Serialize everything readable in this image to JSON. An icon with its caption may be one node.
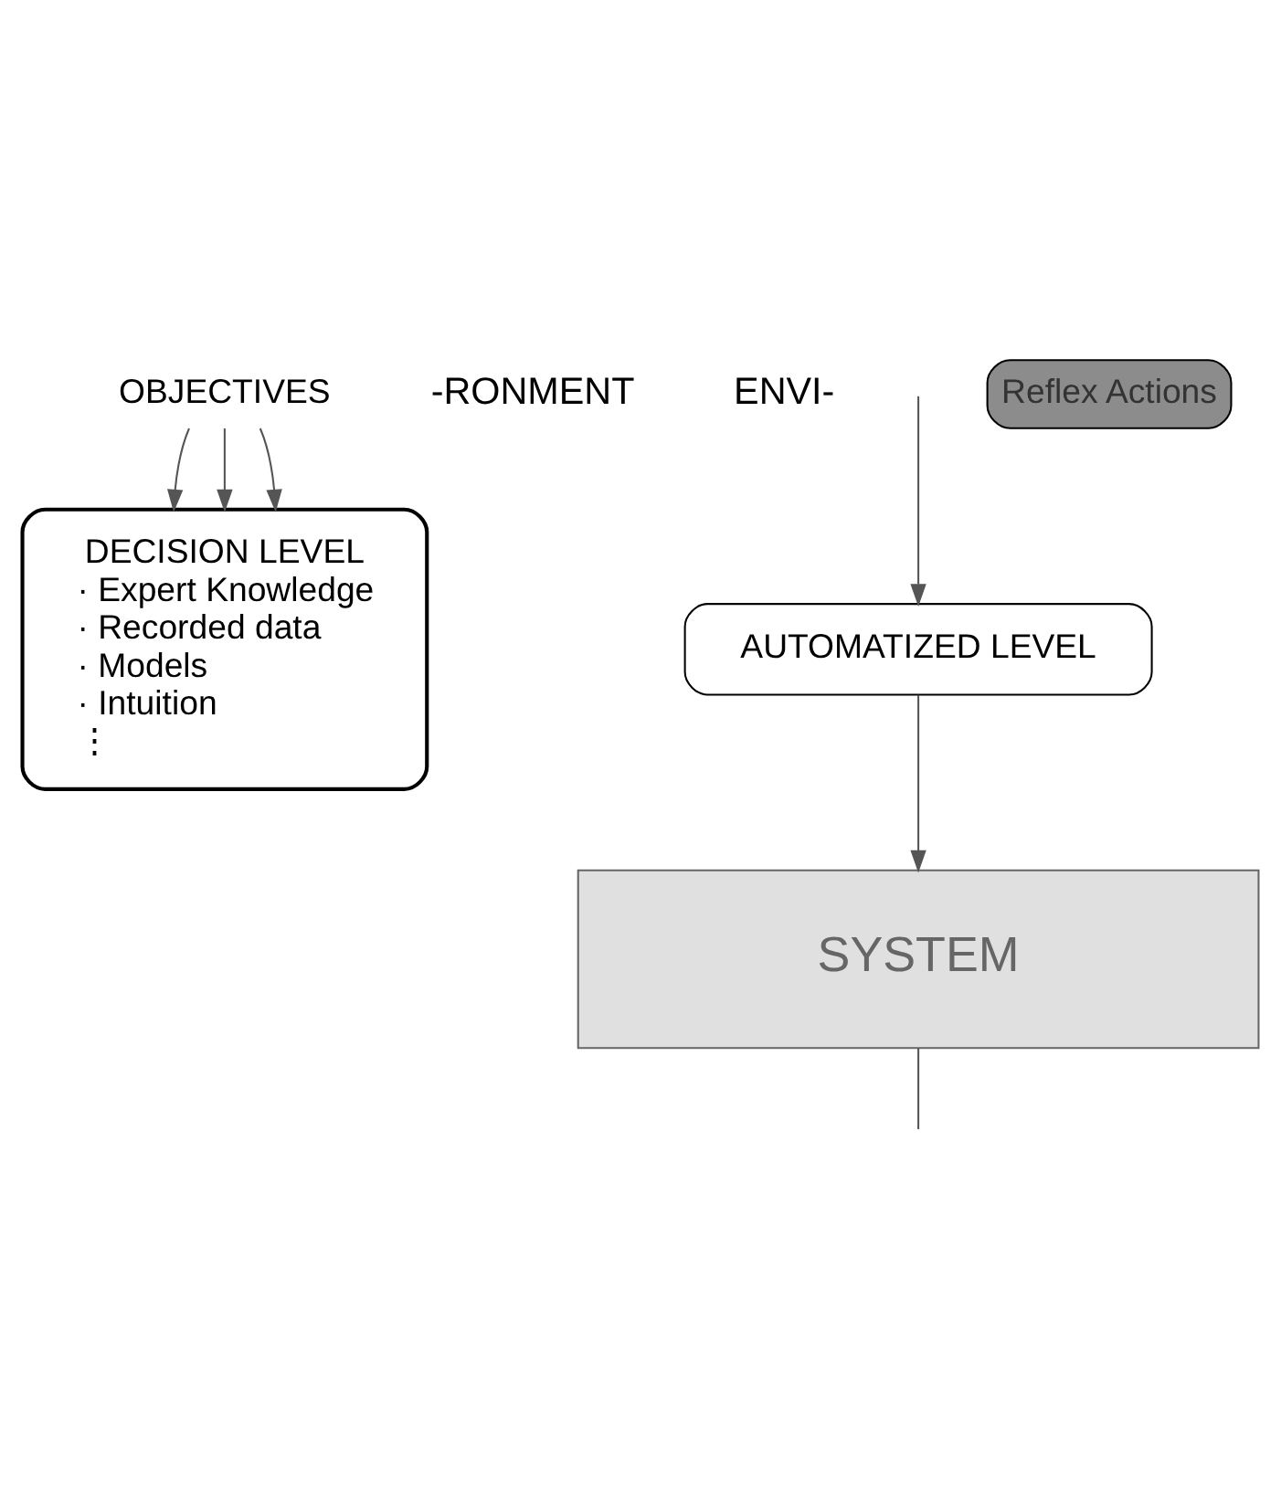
{
  "diagram": {
    "nodes": [
      {
        "text": [
          "OBJECTIVES"
        ]
      },
      {
        "text": [
          "DECISION LEVEL",
          "· Expert Knowledge",
          "· Recorded data",
          "· Models",
          "· Intuition",
          "⋮"
        ]
      },
      {
        "text": [
          "AUTOMATIZED LEVEL"
        ]
      },
      {
        "text": [
          "Reflex Actions"
        ]
      },
      {
        "text": [
          "SYSTEM"
        ]
      }
    ],
    "edges": [
      {
        "from": 0,
        "to": 1,
        "arrow": "to"
      },
      {
        "from": 0,
        "to": 1,
        "arrow": "to"
      },
      {
        "from": 0,
        "to": 1,
        "arrow": "to"
      },
      {
        "from": null,
        "to": 2,
        "arrow": "to"
      },
      {
        "from": 2,
        "to": 4,
        "arrow": "to"
      },
      {
        "from": 4,
        "to": null,
        "arrow": "none"
      }
    ],
    "labels": [
      "-RONMENT",
      "ENVI-"
    ]
  }
}
